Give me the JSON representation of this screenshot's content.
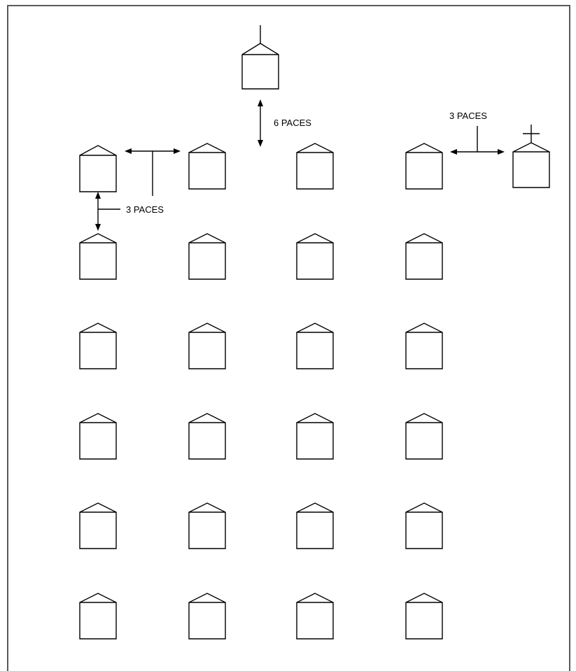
{
  "diagram": {
    "labels": {
      "leader_spacing": "6 PACES",
      "guide_spacing": "3 PACES",
      "interval": "3 PACES"
    },
    "formation": {
      "rows": 6,
      "files": 4
    },
    "colors": {
      "line": "#000000",
      "frame": "#5a5a5a",
      "background": "#ffffff"
    }
  }
}
